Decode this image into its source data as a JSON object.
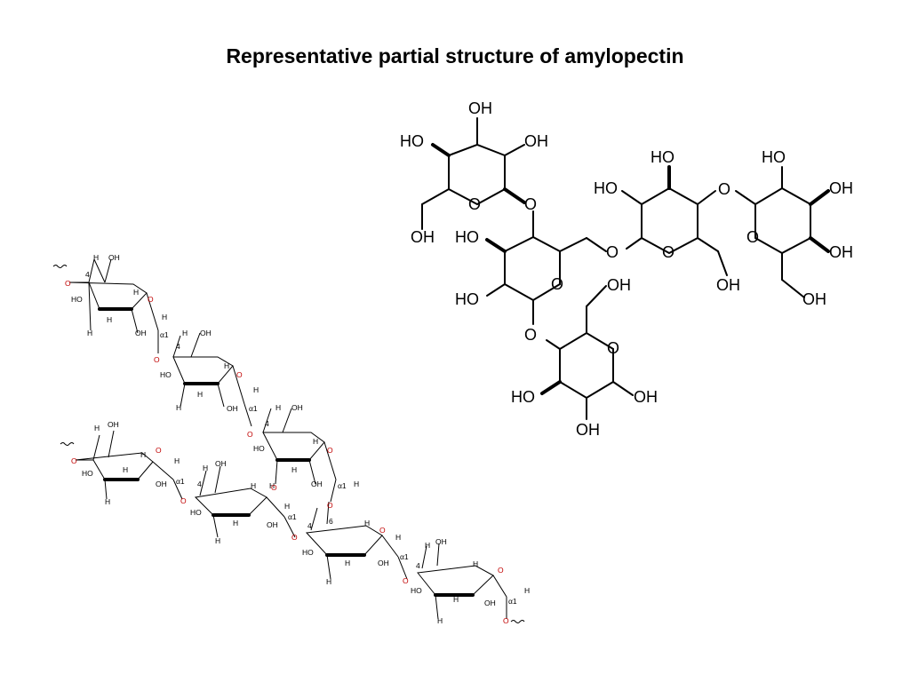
{
  "title": "Representative partial structure of amylopectin",
  "haworth_labels": {
    "oh": "OH",
    "ho": "HO",
    "o": "O"
  },
  "chair_labels": {
    "oh": "OH",
    "ho": "HO",
    "h": "H",
    "o": "O",
    "four": "4",
    "six": "6",
    "alpha1": "α1"
  }
}
